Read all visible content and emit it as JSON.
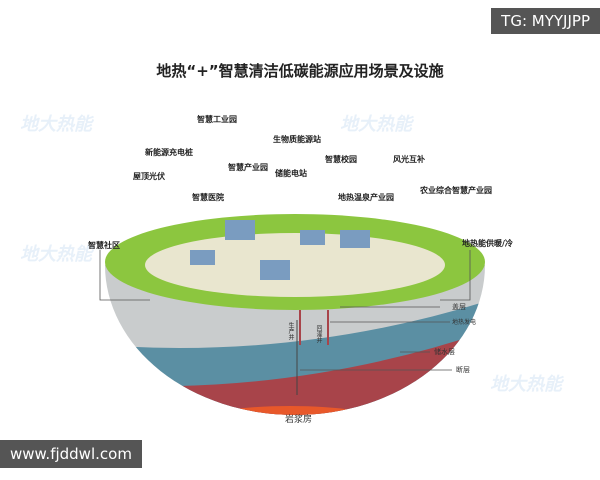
{
  "title": "地热“+”智慧清洁低碳能源应用场景及设施",
  "watermark": "地大热能",
  "badge": "TG: MYYJJPP",
  "website": "www.fjddwl.com",
  "surface_labels": [
    "智慧工业园",
    "生物质能源站",
    "新能源充电桩",
    "智慧校园",
    "风光互补",
    "智慧产业园",
    "储能电站",
    "屋顶光伏",
    "农业综合智慧产业园",
    "智慧医院",
    "地热温泉产业园",
    "地热能供暖/冷",
    "智慧社区"
  ],
  "underground_labels": {
    "cap": "盖层",
    "power": "地热发电",
    "reservoir": "储水层",
    "fault": "断层",
    "magma": "岩浆房",
    "production_well": "生产井",
    "reinjection_well": "回灌井"
  },
  "colors": {
    "grass": "#8cc63f",
    "crust": "#c9cccd",
    "water": "#5b8fa3",
    "hot": "#a8444a",
    "magma": "#e8582a"
  }
}
